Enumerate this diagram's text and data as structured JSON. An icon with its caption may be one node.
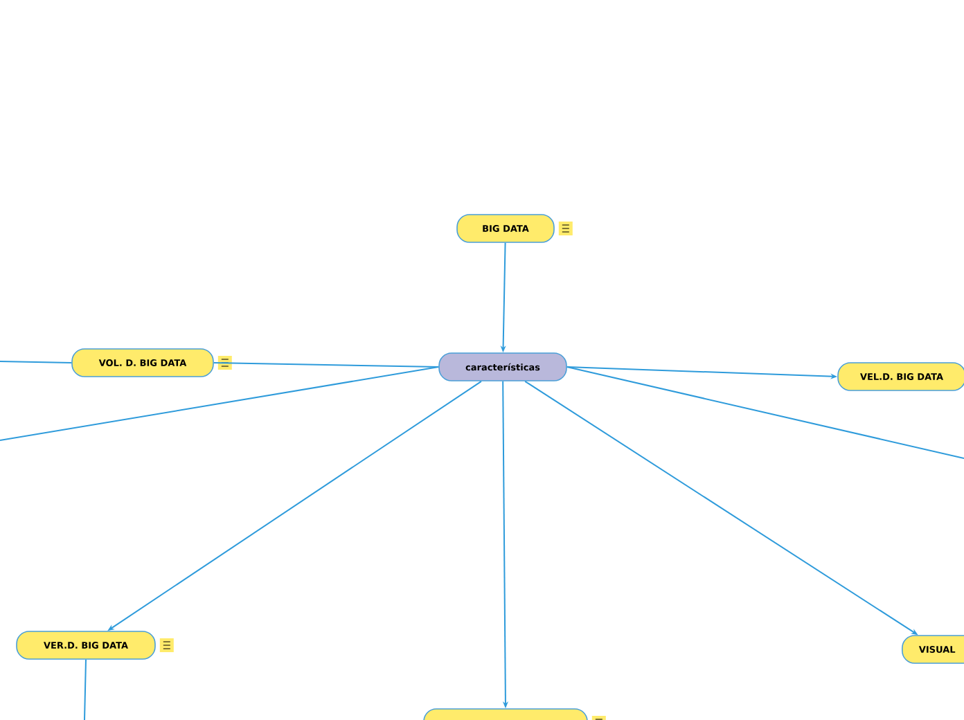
{
  "diagram": {
    "nodes": [
      {
        "text": [
          "características"
        ]
      },
      {
        "text": [
          "BIG DATA"
        ]
      },
      {
        "text": [
          "VOL. D. BIG DATA"
        ]
      },
      {
        "text": [
          "VEL.D. BIG DATA"
        ]
      },
      {
        "text": [
          "VER.D. BIG DATA"
        ]
      },
      {
        "text": [],
        "shape": "box"
      },
      {
        "text": [
          "VISUAL"
        ]
      }
    ],
    "edges": [
      {
        "from": 1,
        "to": 0,
        "arrow": "to"
      },
      {
        "from": 0,
        "to": 2,
        "arrow": "none"
      },
      {
        "from": 2,
        "to": null,
        "arrow": "none"
      },
      {
        "from": 0,
        "to": null,
        "arrow": "none"
      },
      {
        "from": 0,
        "to": 3,
        "arrow": "to"
      },
      {
        "from": 0,
        "to": null,
        "arrow": "none"
      },
      {
        "from": 0,
        "to": 4,
        "arrow": "to"
      },
      {
        "from": 4,
        "to": null,
        "arrow": "none"
      },
      {
        "from": 0,
        "to": 5,
        "arrow": "to"
      },
      {
        "from": 0,
        "to": 6,
        "arrow": "to"
      }
    ]
  }
}
